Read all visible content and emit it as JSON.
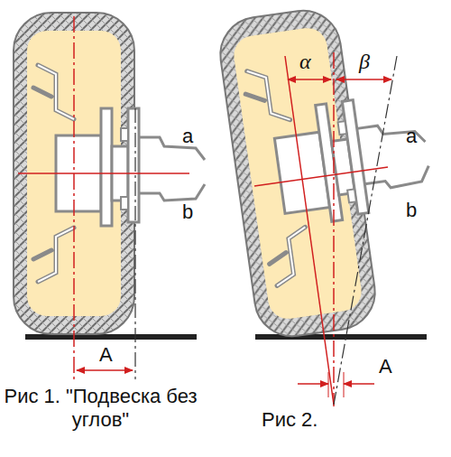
{
  "diagram": {
    "labels": [
      "a",
      "b",
      "A",
      "Рис 1. \"Подвеска без углов\"",
      "a",
      "b",
      "α",
      "β",
      "A",
      "Рис 2."
    ]
  }
}
